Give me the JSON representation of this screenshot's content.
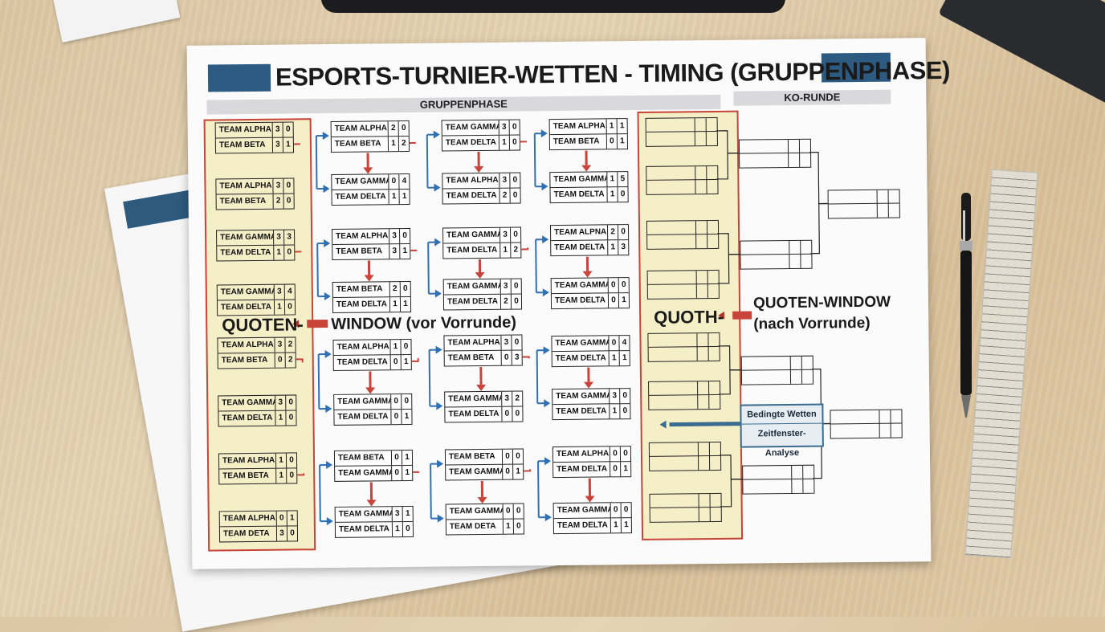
{
  "title": "ESPORTS-TURNIER-WETTEN - TIMING (GRUPPENPHASE)",
  "sections": {
    "group": "GRUPPENPHASE",
    "ko": "KO-RUNDE"
  },
  "labels": {
    "quoten_left_a": "QUOTEN-",
    "quoten_left_b": "WINDOW (vor Vorrunde)",
    "quoten_right_a": "QUOTH-",
    "quoten_right_b1": "QUOTEN-WINDOW",
    "quoten_right_b2": "(nach Vorrunde)",
    "note_line1": "Bedingte Wetten",
    "note_line2": "Zeitfenster-Analyse"
  },
  "colors": {
    "accent": "#2c5a80",
    "red": "#c8443a",
    "blue": "#2f6fb3",
    "panel": "#f5efc8"
  },
  "columns": [
    [
      [
        [
          "TEAM ALPHA",
          "3",
          "0"
        ],
        [
          "TEAM BETA",
          "3",
          "1"
        ]
      ],
      [
        [
          "TEAM ALPHA",
          "3",
          "0"
        ],
        [
          "TEAM BETA",
          "2",
          "0"
        ]
      ],
      [
        [
          "TEAM GAMMA",
          "3",
          "3"
        ],
        [
          "TEAM DELTA",
          "1",
          "0"
        ]
      ],
      [
        [
          "TEAM GAMMA",
          "3",
          "4"
        ],
        [
          "TEAM DELTA",
          "1",
          "0"
        ]
      ],
      [
        [
          "TEAM ALPHA",
          "3",
          "2"
        ],
        [
          "TEAM BETA",
          "0",
          "2"
        ]
      ],
      [
        [
          "TEAM GAMMA",
          "3",
          "0"
        ],
        [
          "TEAM DELTA",
          "1",
          "0"
        ]
      ],
      [
        [
          "TEAM ALPHA",
          "1",
          "0"
        ],
        [
          "TEAM BETA",
          "1",
          "0"
        ]
      ],
      [
        [
          "TEAM ALPHA",
          "0",
          "1"
        ],
        [
          "TEAM DETA",
          "3",
          "0"
        ]
      ]
    ],
    [
      [
        [
          "TEAM ALPHA",
          "2",
          "0"
        ],
        [
          "TEAM BETA",
          "1",
          "2"
        ]
      ],
      [
        [
          "TEAM GAMMA",
          "0",
          "4"
        ],
        [
          "TEAM DELTA",
          "1",
          "1"
        ]
      ],
      [
        [
          "TEAM ALPHA",
          "3",
          "0"
        ],
        [
          "TEAM BETA",
          "3",
          "1"
        ]
      ],
      [
        [
          "TEAM BETA",
          "2",
          "0"
        ],
        [
          "TEAM DELTA",
          "1",
          "1"
        ]
      ],
      [
        [
          "TEAM ALPHA",
          "1",
          "0"
        ],
        [
          "TEAM DELTA",
          "0",
          "1"
        ]
      ],
      [
        [
          "TEAM GAMMA",
          "0",
          "0"
        ],
        [
          "TEAM DELTA",
          "0",
          "1"
        ]
      ],
      [
        [
          "TEAM BETA",
          "0",
          "1"
        ],
        [
          "TEAM GAMMA",
          "0",
          "1"
        ]
      ],
      [
        [
          "TEAM GAMMA",
          "3",
          "1"
        ],
        [
          "TEAM DELTA",
          "1",
          "0"
        ]
      ]
    ],
    [
      [
        [
          "TEAM GAMMA",
          "3",
          "0"
        ],
        [
          "TEAM DELTA",
          "1",
          "0"
        ]
      ],
      [
        [
          "TEAM ALPHA",
          "3",
          "0"
        ],
        [
          "TEAM DELTA",
          "2",
          "0"
        ]
      ],
      [
        [
          "TEAM GAMMA",
          "3",
          "0"
        ],
        [
          "TEAM DELTA",
          "1",
          "2"
        ]
      ],
      [
        [
          "TEAM GAMMA",
          "3",
          "0"
        ],
        [
          "TEAM DELTA",
          "2",
          "0"
        ]
      ],
      [
        [
          "TEAM ALPHA",
          "3",
          "0"
        ],
        [
          "TEAM BETA",
          "0",
          "3"
        ]
      ],
      [
        [
          "TEAM GAMMA",
          "3",
          "2"
        ],
        [
          "TEAM DELTA",
          "0",
          "0"
        ]
      ],
      [
        [
          "TEAM BETA",
          "0",
          "0"
        ],
        [
          "TEAM GAMMA",
          "0",
          "1"
        ]
      ],
      [
        [
          "TEAM GAMMA",
          "0",
          "0"
        ],
        [
          "TEAM DETA",
          "1",
          "0"
        ]
      ]
    ],
    [
      [
        [
          "TEAM ALPHA",
          "1",
          "1"
        ],
        [
          "TEAM BETA",
          "0",
          "1"
        ]
      ],
      [
        [
          "TEAM GAMMA",
          "1",
          "5"
        ],
        [
          "TEAM DELTA",
          "1",
          "0"
        ]
      ],
      [
        [
          "TEAM ALPNA",
          "2",
          "0"
        ],
        [
          "TEAM DELTA",
          "1",
          "3"
        ]
      ],
      [
        [
          "TEAM GAMMA",
          "0",
          "0"
        ],
        [
          "TEAM DELTA",
          "0",
          "1"
        ]
      ],
      [
        [
          "TEAM GAMMA",
          "0",
          "4"
        ],
        [
          "TEAM DELTA",
          "1",
          "1"
        ]
      ],
      [
        [
          "TEAM GAMMA",
          "3",
          "0"
        ],
        [
          "TEAM DELTA",
          "1",
          "0"
        ]
      ],
      [
        [
          "TEAM ALPHA",
          "0",
          "0"
        ],
        [
          "TEAM DELTA",
          "0",
          "1"
        ]
      ],
      [
        [
          "TEAM GAMMA",
          "0",
          "0"
        ],
        [
          "TEAM DELTA",
          "1",
          "1"
        ]
      ]
    ]
  ]
}
